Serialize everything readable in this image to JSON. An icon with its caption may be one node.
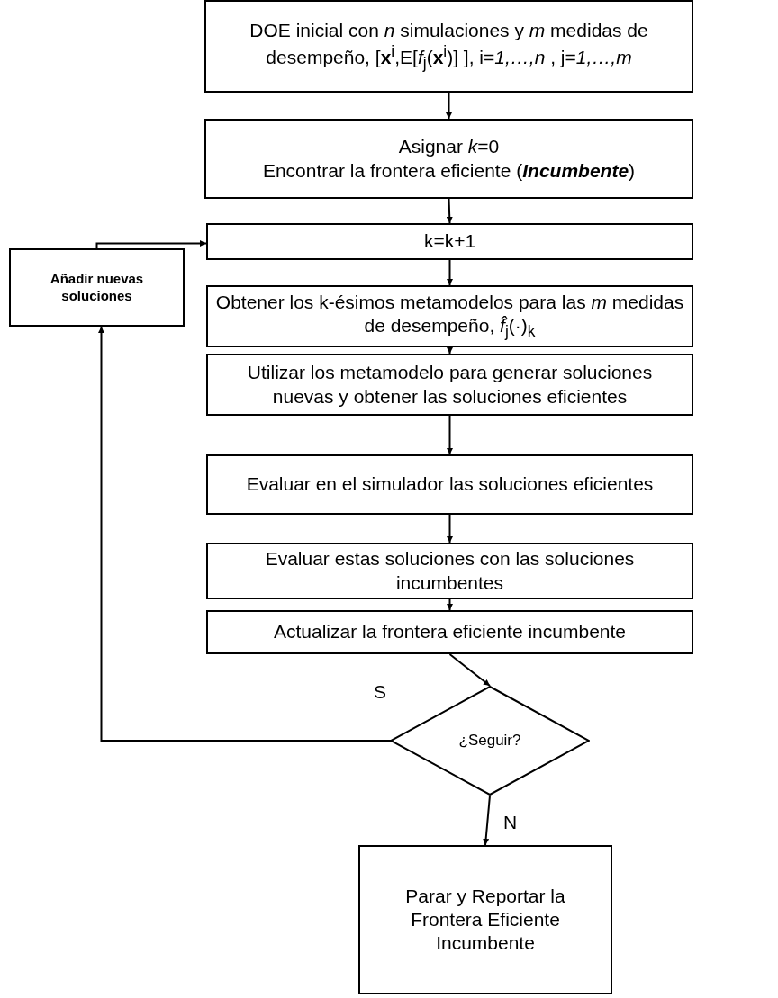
{
  "diagram": {
    "nodes": [
      {
        "text": [
          "DOE  inicial con *n* simulaciones y *m* medidas de desempeño,    [**x**$^{i}$,E[*f*$_{j}$(**x**$^{i}$)] ],  i=*1,…,n* , j=*1,…,m*"
        ]
      },
      {
        "text": [
          "Asignar *k*=0",
          "Encontrar la frontera eficiente (**Incumbente**)"
        ]
      },
      {
        "text": [
          "k=k+1"
        ]
      },
      {
        "text": [
          "Obtener los k-ésimos metamodelos para las *m* medidas de desempeño, *f̂*$_{j}$(·)$_{k}$"
        ]
      },
      {
        "text": [
          "Utilizar los metamodelo para generar soluciones nuevas y obtener las soluciones eficientes"
        ]
      },
      {
        "text": [
          "Evaluar en el simulador las soluciones eficientes"
        ]
      },
      {
        "text": [
          "Evaluar estas soluciones con las soluciones incumbentes"
        ]
      },
      {
        "text": [
          "Actualizar la frontera eficiente incumbente"
        ]
      },
      {
        "text": [
          "¿Seguir?"
        ]
      },
      {
        "text": [
          "Parar y Reportar la Frontera Eficiente Incumbente"
        ]
      },
      {
        "text": [
          "Añadir nuevas soluciones"
        ]
      }
    ],
    "edges": [
      {
        "from": 0,
        "to": 1,
        "arrow": "to"
      },
      {
        "from": 1,
        "to": 2,
        "arrow": "to"
      },
      {
        "from": 2,
        "to": 3,
        "arrow": "to"
      },
      {
        "from": 3,
        "to": 4,
        "arrow": "to"
      },
      {
        "from": 4,
        "to": 5,
        "arrow": "to"
      },
      {
        "from": 5,
        "to": 6,
        "arrow": "to"
      },
      {
        "from": 6,
        "to": 7,
        "arrow": "to"
      },
      {
        "from": 7,
        "to": 8,
        "arrow": "to"
      },
      {
        "from": 8,
        "to": 10,
        "arrow": "to",
        "label": "S"
      },
      {
        "from": 10,
        "to": 2,
        "arrow": "to"
      },
      {
        "from": 8,
        "to": 9,
        "arrow": "to",
        "label": "N"
      }
    ]
  }
}
